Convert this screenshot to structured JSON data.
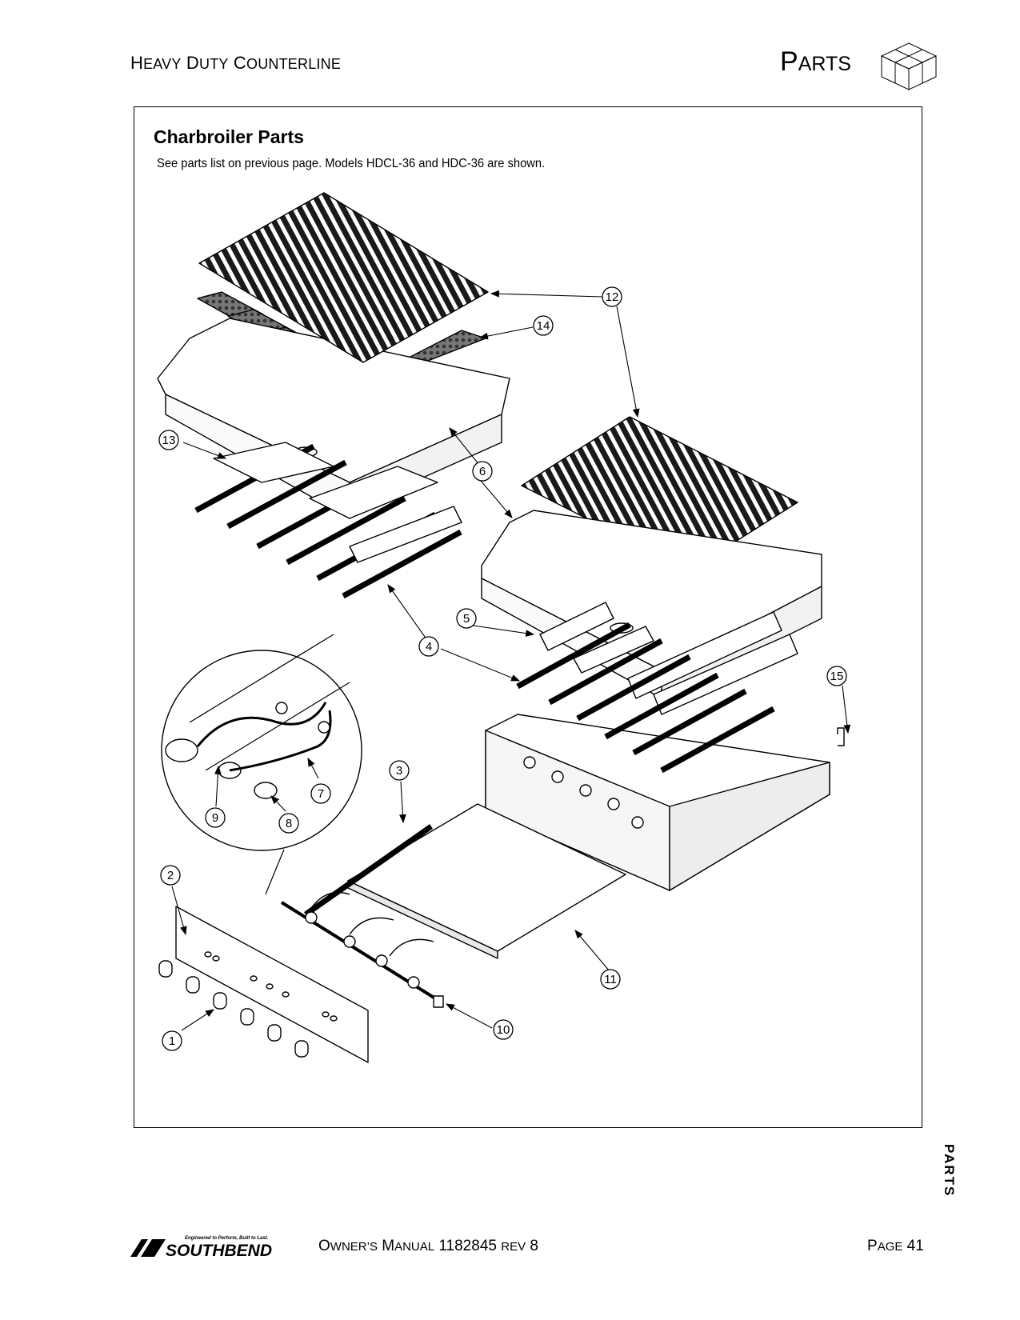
{
  "header": {
    "manual_name_initial_1": "H",
    "manual_name_rest_1": "EAVY",
    "manual_name_initial_2": "D",
    "manual_name_rest_2": "UTY",
    "manual_name_initial_3": "C",
    "manual_name_rest_3": "OUNTERLINE",
    "section_initial": "P",
    "section_rest": "ARTS",
    "icon": "box-icon"
  },
  "content": {
    "title": "Charbroiler Parts",
    "caption": "See parts list on previous page. Models HDCL-36 and HDC-36 are shown."
  },
  "callouts": [
    "12",
    "14",
    "13",
    "6",
    "5",
    "4",
    "15",
    "3",
    "7",
    "9",
    "8",
    "2",
    "11",
    "1",
    "10"
  ],
  "side_tab": "PARTS",
  "footer": {
    "logo_text": "SOUTHBEND",
    "logo_tagline": "Engineered to Perform, Built to Last.",
    "manual_o": "O",
    "manual_rest1": "WNER",
    "manual_apos": "’",
    "manual_s": "S",
    "manual_m": "M",
    "manual_rest2": "ANUAL",
    "manual_number": "1182845",
    "manual_rev": "REV",
    "manual_rev_num": "8",
    "page_p": "P",
    "page_rest": "AGE",
    "page_number": "41"
  }
}
